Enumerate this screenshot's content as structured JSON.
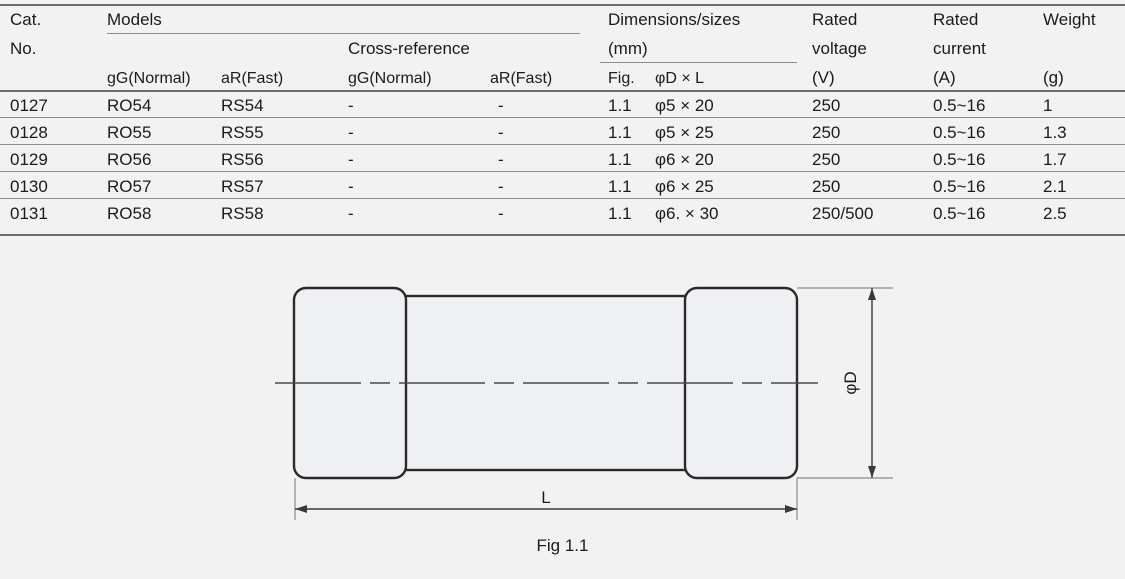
{
  "document": {
    "type": "fuse-specification-datasheet",
    "background_color": "#f2f2f2",
    "text_color": "#1b1b1b",
    "rule_color": "#8d8d8d"
  },
  "table": {
    "group_headers": {
      "cat_no_line1": "Cat.",
      "cat_no_line2": "No.",
      "models": "Models",
      "cross_reference": "Cross-reference",
      "dimensions_line1": "Dimensions/sizes",
      "dimensions_line2": "(mm)",
      "rated_voltage_line1": "Rated",
      "rated_voltage_line2": "voltage",
      "rated_voltage_unit": "(V)",
      "rated_current_line1": "Rated",
      "rated_current_line2": "current",
      "rated_current_unit": "(A)",
      "weight_line1": "Weight",
      "weight_unit": "(g)"
    },
    "sub_headers": {
      "models_gg": "gG(Normal)",
      "models_ar": "aR(Fast)",
      "xref_gg": "gG(Normal)",
      "xref_ar": "aR(Fast)",
      "fig": "Fig.",
      "dia_len": "φD × L"
    },
    "columns": [
      "Cat. No.",
      "gG(Normal)",
      "aR(Fast)",
      "gG(Normal)",
      "aR(Fast)",
      "Fig.",
      "φD × L",
      "Rated voltage (V)",
      "Rated current (A)",
      "Weight (g)"
    ],
    "rows": [
      {
        "cat_no": "0127",
        "models_gg": "RO54",
        "models_ar": "RS54",
        "xref_gg": "-",
        "xref_ar": "-",
        "fig": "1.1",
        "dia_len": "φ5 × 20",
        "rated_voltage": "250",
        "rated_current": "0.5~16",
        "weight": "1"
      },
      {
        "cat_no": "0128",
        "models_gg": "RO55",
        "models_ar": "RS55",
        "xref_gg": "-",
        "xref_ar": "-",
        "fig": "1.1",
        "dia_len": "φ5 × 25",
        "rated_voltage": "250",
        "rated_current": "0.5~16",
        "weight": "1.3"
      },
      {
        "cat_no": "0129",
        "models_gg": "RO56",
        "models_ar": "RS56",
        "xref_gg": "-",
        "xref_ar": "-",
        "fig": "1.1",
        "dia_len": "φ6 × 20",
        "rated_voltage": "250",
        "rated_current": "0.5~16",
        "weight": "1.7"
      },
      {
        "cat_no": "0130",
        "models_gg": "RO57",
        "models_ar": "RS57",
        "xref_gg": "-",
        "xref_ar": "-",
        "fig": "1.1",
        "dia_len": "φ6 × 25",
        "rated_voltage": "250",
        "rated_current": "0.5~16",
        "weight": "2.1"
      },
      {
        "cat_no": "0131",
        "models_gg": "RO58",
        "models_ar": "RS58",
        "xref_gg": "-",
        "xref_ar": "-",
        "fig": "1.1",
        "dia_len": "φ6. × 30",
        "rated_voltage": "250/500",
        "rated_current": "0.5~16",
        "weight": "2.5"
      }
    ]
  },
  "figure": {
    "caption": "Fig 1.1",
    "dimension_length_label": "L",
    "dimension_diameter_label": "φD",
    "description": "cartridge-fuse-outline-drawing"
  }
}
